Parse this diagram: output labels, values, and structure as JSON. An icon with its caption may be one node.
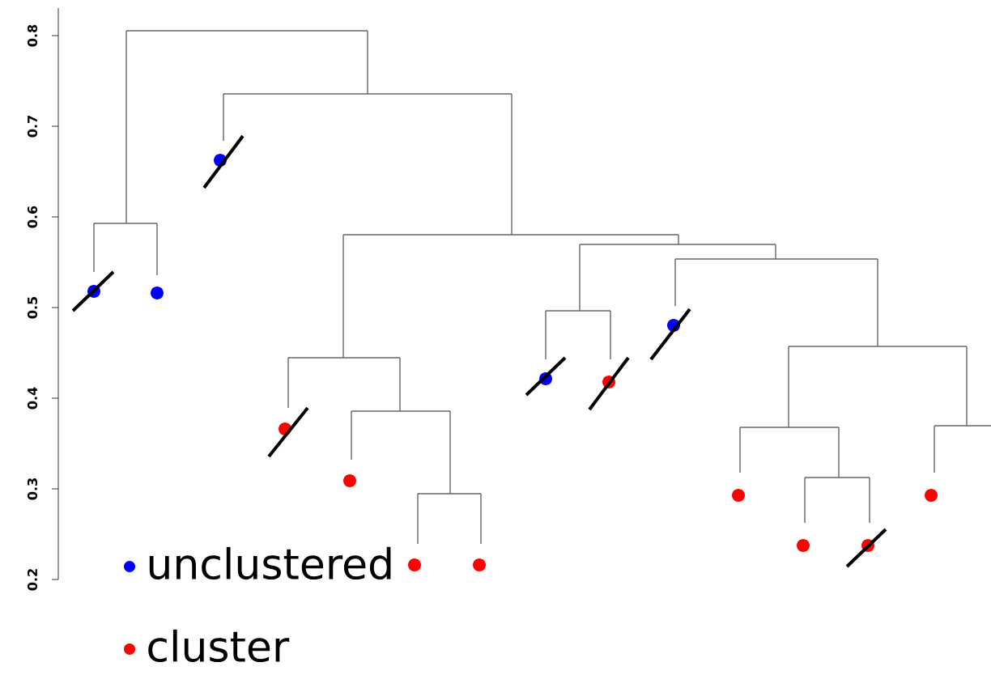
{
  "diagram": {
    "labels": [
      "0.8",
      "0.7",
      "0.6",
      "0.5",
      "0.4",
      "0.3",
      "0.2"
    ],
    "legend": [
      {
        "text": "unclustered",
        "color": "#0000ff"
      },
      {
        "text": "cluster",
        "color": "#ff0000"
      }
    ]
  }
}
